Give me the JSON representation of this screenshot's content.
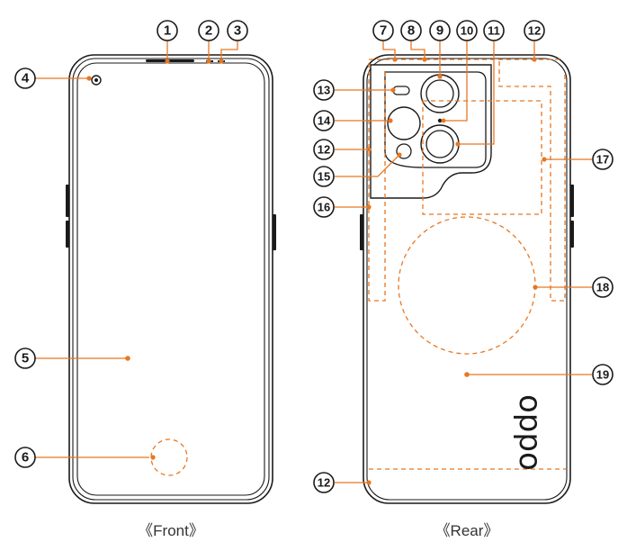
{
  "colors": {
    "accent": "#e87722",
    "outline": "#1a1a1a"
  },
  "captions": {
    "front": "《Front》",
    "rear": "《Rear》"
  },
  "rear_logo": "oppo",
  "callouts": {
    "c1": "1",
    "c2": "2",
    "c3": "3",
    "c4": "4",
    "c5": "5",
    "c6": "6",
    "c7": "7",
    "c8": "8",
    "c9": "9",
    "c10": "10",
    "c11": "11",
    "c12a": "12",
    "c12b": "12",
    "c12c": "12",
    "c13": "13",
    "c14": "14",
    "c15": "15",
    "c16": "16",
    "c17": "17",
    "c18": "18",
    "c19": "19"
  }
}
